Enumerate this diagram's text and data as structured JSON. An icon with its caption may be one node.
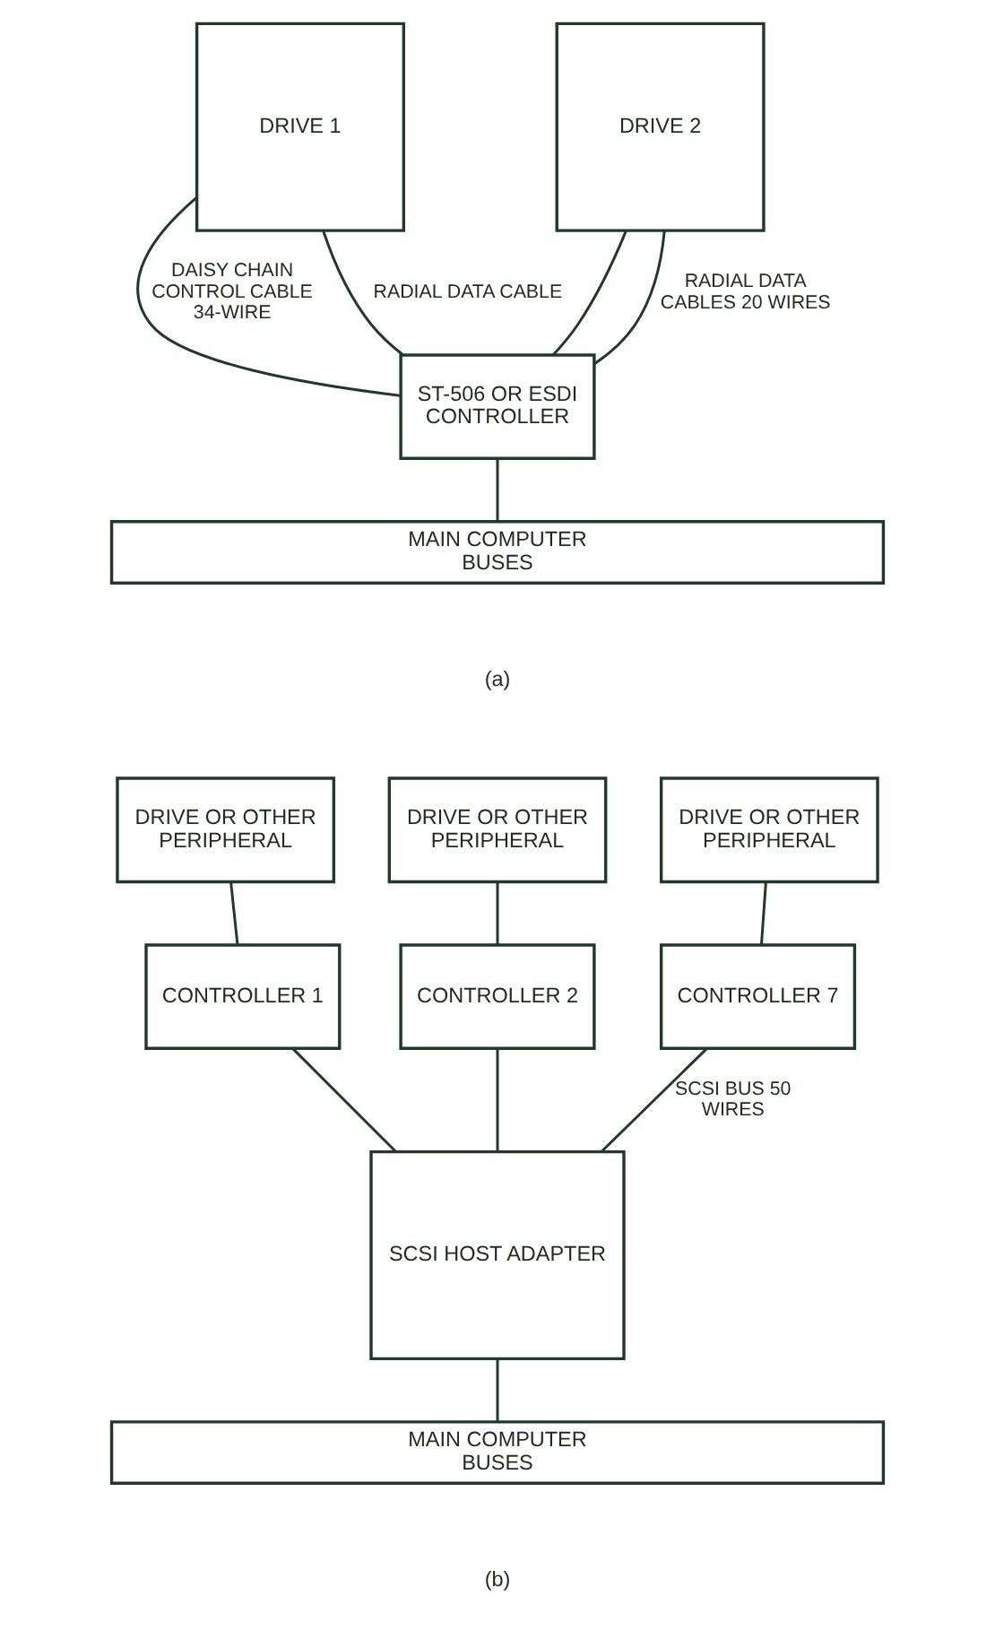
{
  "diagram": {
    "nodes": [
      {
        "text": [
          "DRIVE 1"
        ]
      },
      {
        "text": [
          "DRIVE 2"
        ]
      },
      {
        "text": [
          "ST-506 OR ESDI CONTROLLER"
        ]
      },
      {
        "text": [
          "MAIN COMPUTER BUSES"
        ]
      },
      {
        "text": [
          "DRIVE OR OTHER PERIPHERAL"
        ]
      },
      {
        "text": [
          "DRIVE OR OTHER PERIPHERAL"
        ]
      },
      {
        "text": [
          "DRIVE OR OTHER PERIPHERAL"
        ]
      },
      {
        "text": [
          "CONTROLLER 1"
        ]
      },
      {
        "text": [
          "CONTROLLER 2"
        ]
      },
      {
        "text": [
          "CONTROLLER 7"
        ]
      },
      {
        "text": [
          "SCSI HOST ADAPTER"
        ]
      },
      {
        "text": [
          "MAIN COMPUTER BUSES"
        ]
      }
    ],
    "edges": [
      {
        "from": 0,
        "to": 2,
        "arrow": "none",
        "label": "DAISY CHAIN CONTROL CABLE 34-WIRE"
      },
      {
        "from": 1,
        "to": 2,
        "arrow": "none"
      },
      {
        "from": 0,
        "to": 2,
        "arrow": "none",
        "label": "RADIAL DATA CABLE"
      },
      {
        "from": 1,
        "to": 2,
        "arrow": "none",
        "label": "RADIAL DATA CABLES 20 WIRES"
      },
      {
        "from": 2,
        "to": 3,
        "arrow": "none"
      },
      {
        "from": 4,
        "to": 7,
        "arrow": "none"
      },
      {
        "from": 5,
        "to": 8,
        "arrow": "none"
      },
      {
        "from": 6,
        "to": 9,
        "arrow": "none"
      },
      {
        "from": 7,
        "to": 10,
        "arrow": "none"
      },
      {
        "from": 8,
        "to": 10,
        "arrow": "none"
      },
      {
        "from": 9,
        "to": 10,
        "arrow": "none",
        "label": "SCSI BUS 50 WIRES"
      },
      {
        "from": 10,
        "to": 11,
        "arrow": "none"
      }
    ],
    "labels": [
      "(a)",
      "(b)"
    ]
  }
}
